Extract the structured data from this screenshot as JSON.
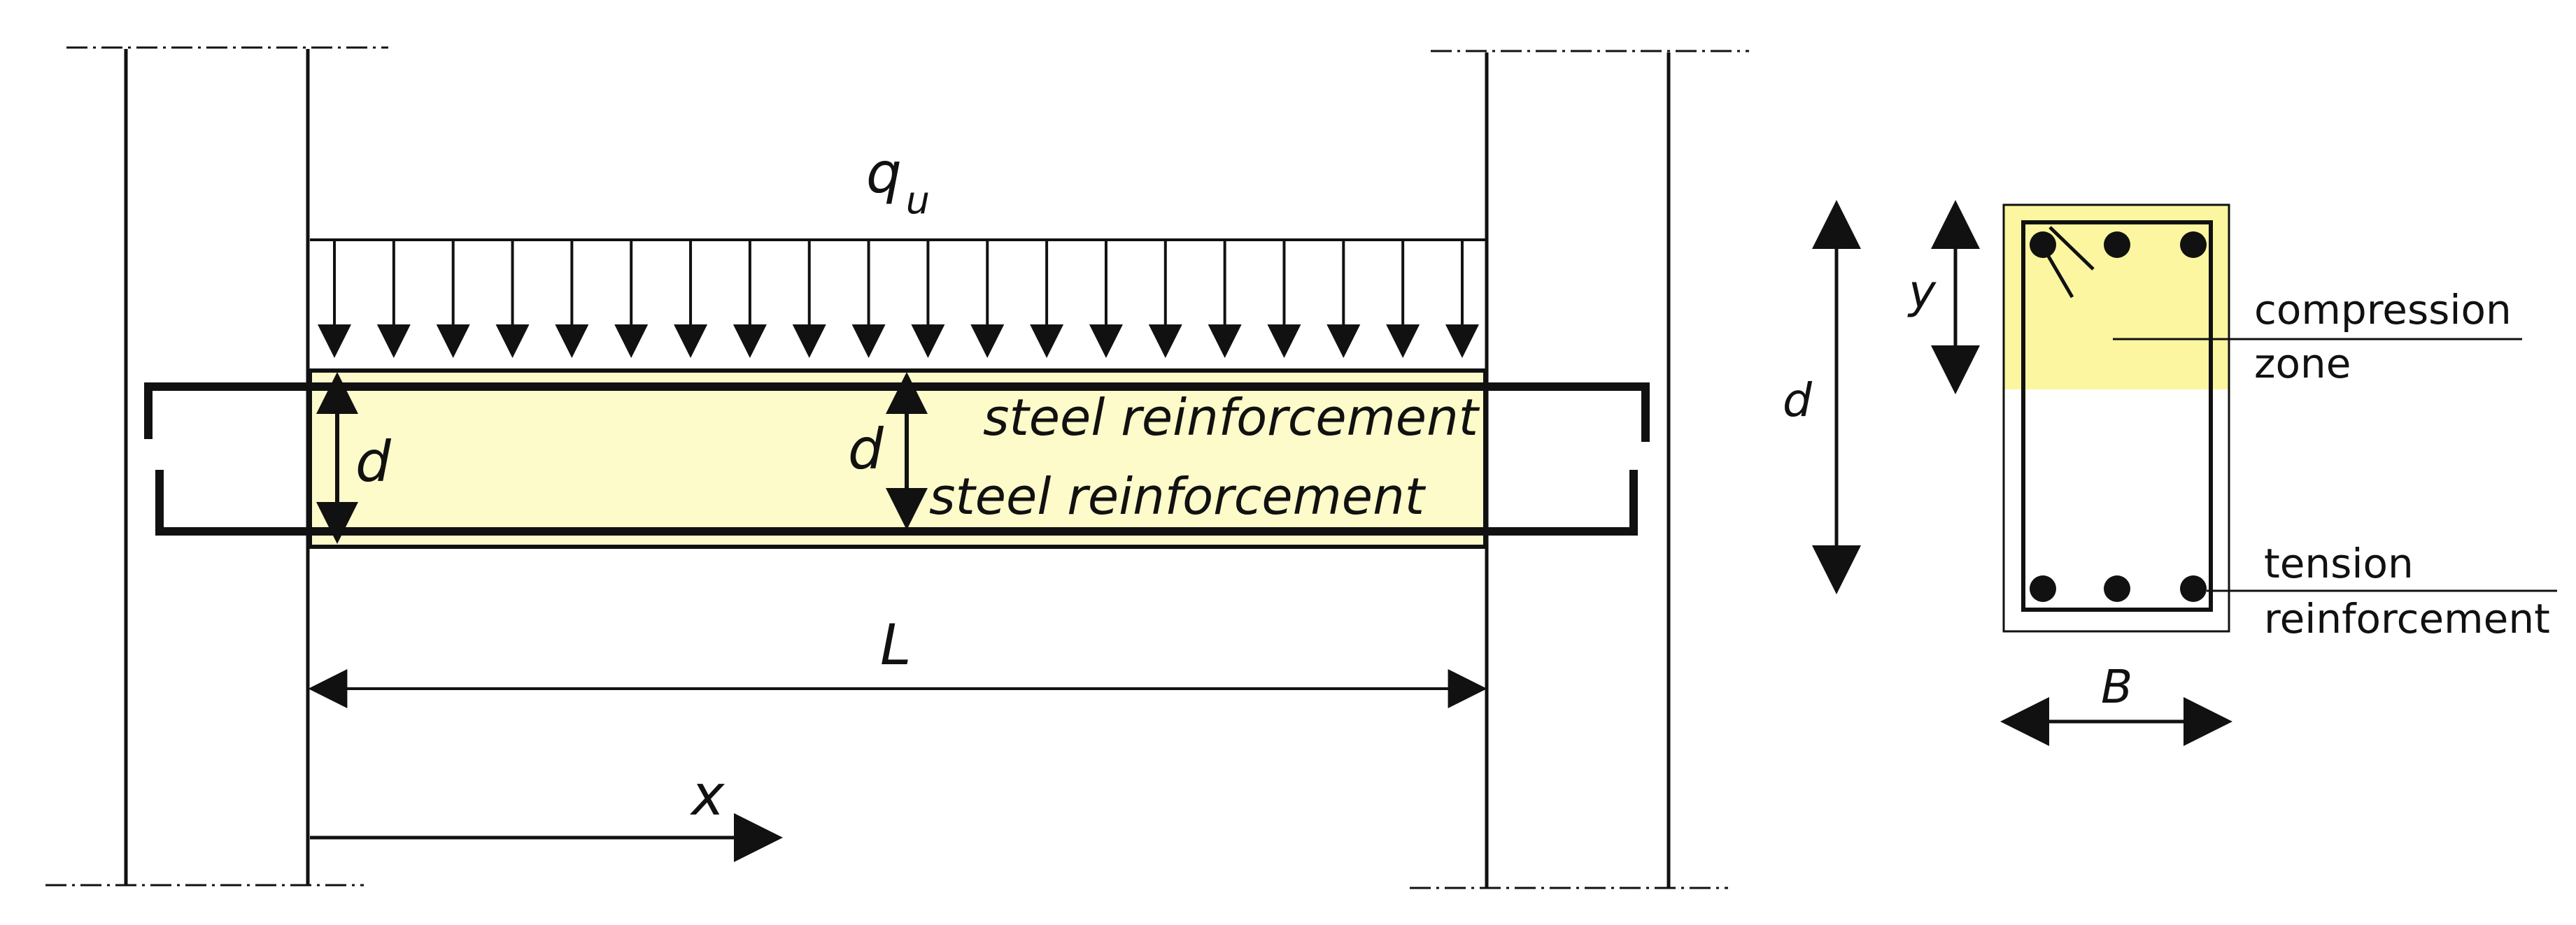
{
  "colors": {
    "ink": "#111111",
    "concrete": "#fdfbc9",
    "compression_zone": "#fcf6a0"
  },
  "beam_view": {
    "load_label": "q",
    "load_subscript": "u",
    "depth_label_left": "d",
    "depth_label_mid": "d",
    "top_rebar_label": "steel reinforcement",
    "bottom_rebar_label": "steel reinforcement",
    "span_label": "L",
    "axis_label": "x"
  },
  "section_view": {
    "effective_depth_label": "d",
    "compression_depth_label": "y",
    "width_label": "B",
    "compression_zone_label": [
      "compression",
      "zone"
    ],
    "tension_rebar_label": [
      "tension",
      "reinforcement"
    ]
  }
}
